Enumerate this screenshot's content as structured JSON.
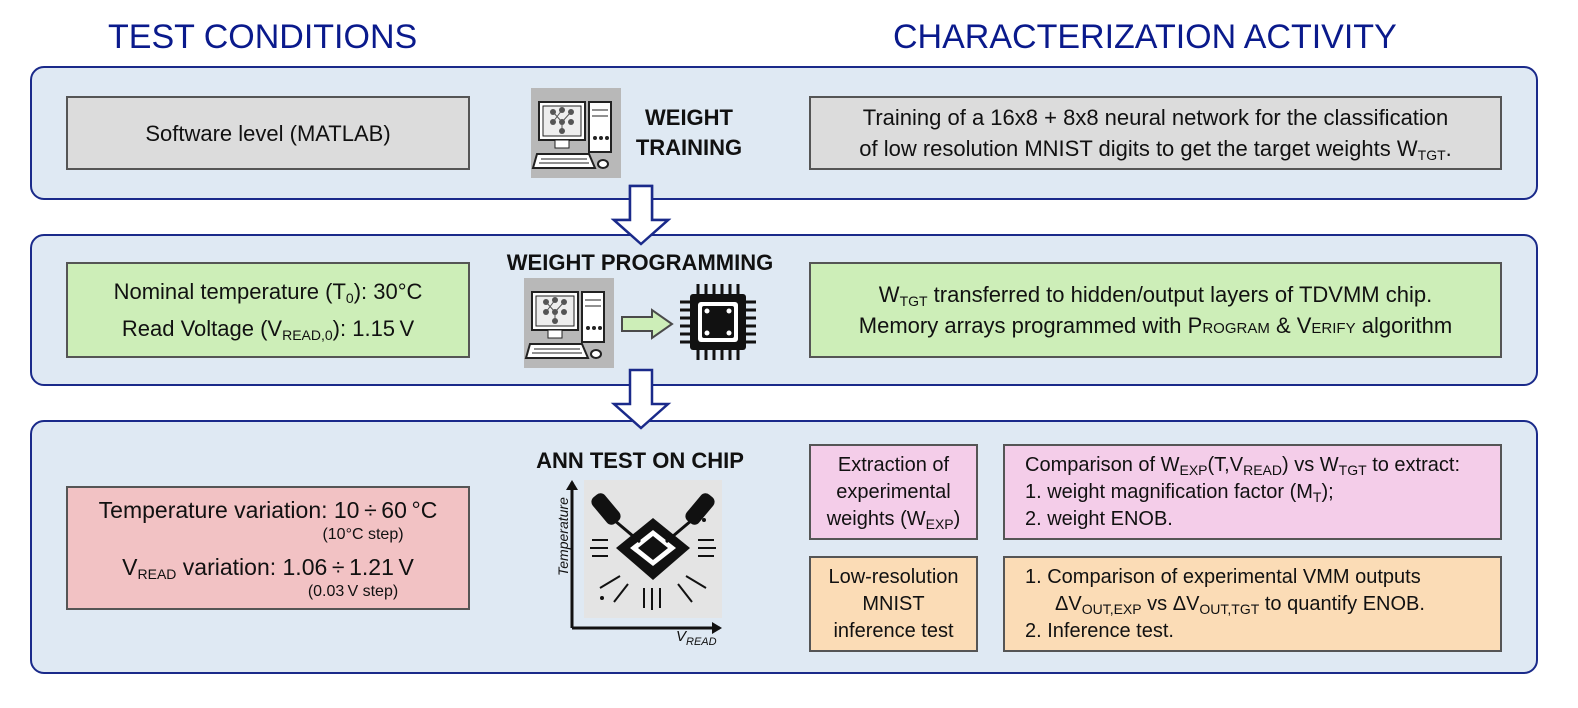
{
  "headers": {
    "left": "TEST CONDITIONS",
    "right": "CHARACTERIZATION ACTIVITY"
  },
  "row1": {
    "condition": "Software level (MATLAB)",
    "stage_line1": "WEIGHT",
    "stage_line2": "TRAINING",
    "activity_line1": "Training of a 16x8 + 8x8 neural network for the classification",
    "activity_line2_pre": "of low resolution MNIST digits to get the target weights W",
    "activity_line2_sub": "TGT",
    "activity_line2_post": "."
  },
  "row2": {
    "stage": "WEIGHT PROGRAMMING",
    "cond1_pre": "Nominal temperature (T",
    "cond1_sub": "0",
    "cond1_post": "): 30°C",
    "cond2_pre": "Read Voltage (V",
    "cond2_sub": "READ,0",
    "cond2_post": "): 1.15 V",
    "act1_pre": "W",
    "act1_sub": "TGT",
    "act1_post": " transferred to hidden/output layers of TDVMM chip.",
    "act2_pre": "Memory arrays programmed with ",
    "act2_program": "Program",
    "act2_amp": " & ",
    "act2_verify": "Verify",
    "act2_post": " algorithm"
  },
  "row3": {
    "stage": "ANN TEST ON CHIP",
    "axis_y": "Temperature",
    "axis_x_main": "V",
    "axis_x_sub": "READ",
    "temp_main": "Temperature variation: 10 ÷ 60 °C",
    "temp_step": "(10°C step)",
    "vread_main_pre": "V",
    "vread_main_sub": "READ",
    "vread_main_post": " variation: 1.06 ÷ 1.21 V",
    "vread_step": "(0.03 V step)",
    "extract_line1": "Extraction of",
    "extract_line2": "experimental",
    "extract_line3_pre": "weights (W",
    "extract_line3_sub": "EXP",
    "extract_line3_post": ")",
    "compare_line1_pre": "Comparison of W",
    "compare_line1_sub1": "EXP",
    "compare_line1_mid": "(T,V",
    "compare_line1_sub2": "READ",
    "compare_line1_mid2": ") vs W",
    "compare_line1_sub3": "TGT",
    "compare_line1_post": " to extract:",
    "compare_line2_pre": "1. weight magnification factor (M",
    "compare_line2_sub": "T",
    "compare_line2_post": ");",
    "compare_line3": "2. weight ENOB.",
    "mnist_line1": "Low-resolution",
    "mnist_line2": "MNIST",
    "mnist_line3": "inference test",
    "vmm_line1": "1. Comparison of experimental VMM outputs",
    "vmm_line2_a": "ΔV",
    "vmm_line2_sub1": "OUT,EXP",
    "vmm_line2_b": " vs ΔV",
    "vmm_line2_sub2": "OUT,TGT",
    "vmm_line2_c": " to quantify ENOB.",
    "vmm_line3": "2. Inference test."
  },
  "colors": {
    "header": "#0a1a8c",
    "panel_bg": "#dfe9f3",
    "panel_border": "#1a2a8a",
    "gray_box": "#dcdcdc",
    "green_box": "#cdeeb8",
    "red_box": "#f2c2c4",
    "pink_box": "#f4cde9",
    "orange_box": "#fbdcb6"
  },
  "icons": [
    "computer-network-icon",
    "chip-icon",
    "arrow-right-icon",
    "down-arrow-icon",
    "chip-probe-icon"
  ]
}
